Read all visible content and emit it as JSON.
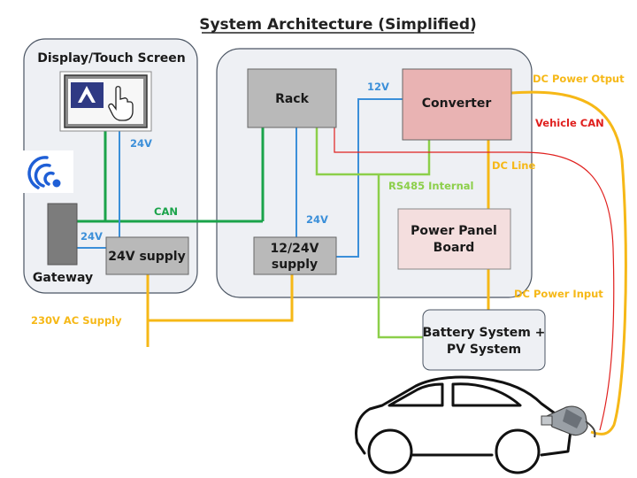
{
  "title": "System Architecture (Simplified)",
  "colors": {
    "can": "#1aa34a",
    "v24": "#3b8fd9",
    "rs485": "#8ccf4a",
    "dc_power": "#f6b817",
    "vehicle_can": "#e0201e",
    "container_fill": "#eef0f4",
    "gray_box": "#b9b9b9",
    "converter_fill": "#e9b3b3",
    "panel_fill": "#f4dede",
    "battery_fill": "#eef0f4"
  },
  "nodes": {
    "display": "Display/Touch Screen",
    "gateway": "Gateway",
    "supply24": "24V supply",
    "rack": "Rack",
    "converter": "Converter",
    "supply1224_line1": "12/24V",
    "supply1224_line2": "supply",
    "panel_line1": "Power Panel",
    "panel_line2": "Board",
    "battery_line1": "Battery System +",
    "battery_line2": "PV System"
  },
  "labels": {
    "v24_display": "24V",
    "can": "CAN",
    "v24_gateway": "24V",
    "v24_supply": "24V",
    "v12": "12V",
    "rs485": "RS485 Internal",
    "dc_line": "DC Line",
    "dc_output": "DC Power Otput",
    "vehicle_can": "Vehicle CAN",
    "dc_input": "DC Power Input",
    "ac_supply": "230V AC Supply"
  },
  "icons": {
    "wifi": "wifi-icon",
    "touch": "hand-pointer-icon",
    "car": "car-outline-icon",
    "plug": "charging-plug-icon"
  }
}
